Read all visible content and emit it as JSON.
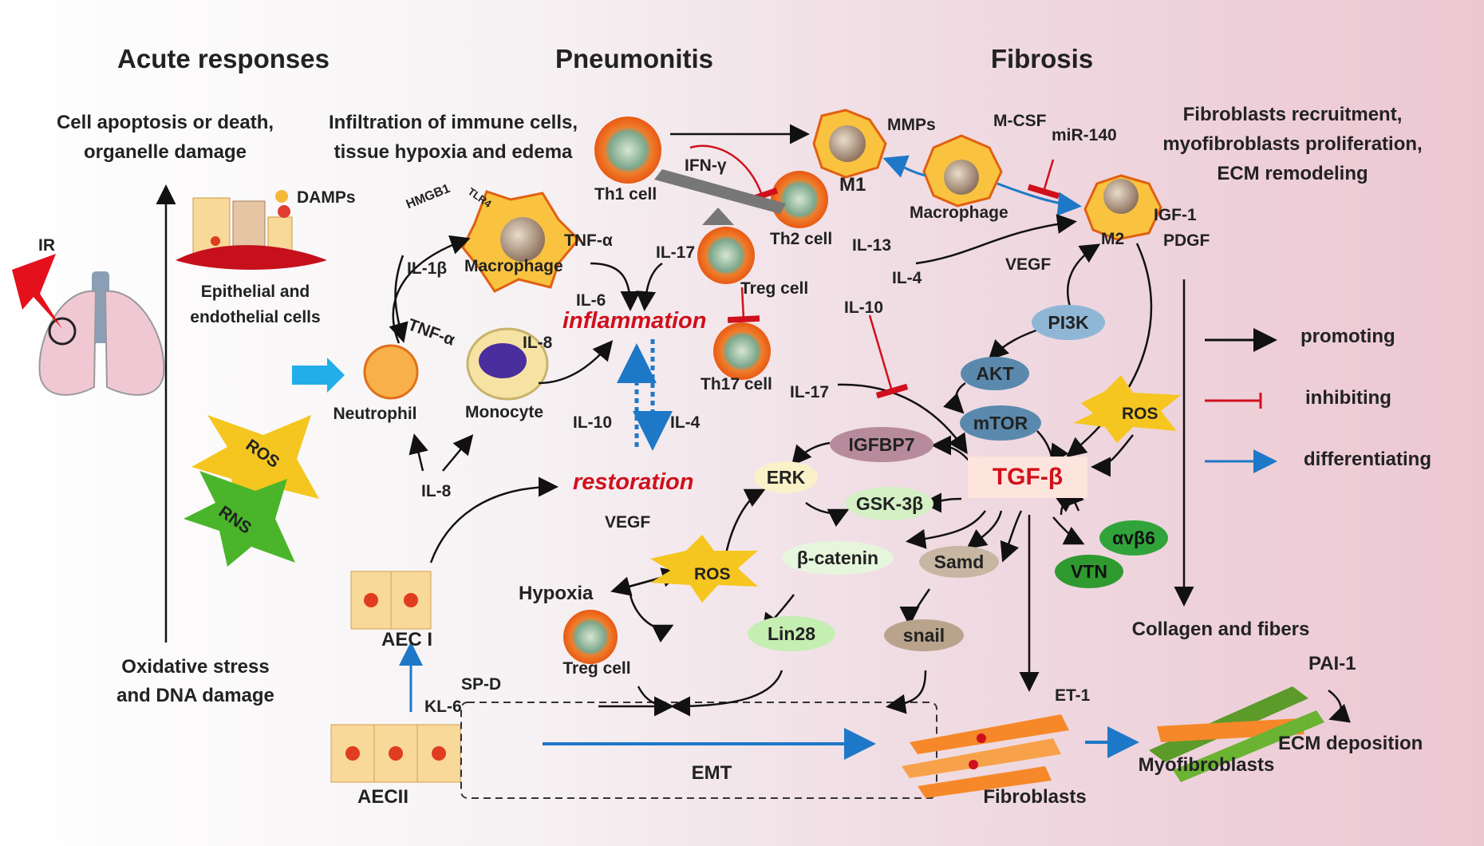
{
  "headers": {
    "acute": "Acute responses",
    "pneumonitis": "Pneumonitis",
    "fibrosis": "Fibrosis"
  },
  "acute": {
    "cell_apoptosis_1": "Cell  apoptosis or death,",
    "cell_apoptosis_2": "organelle damage",
    "damps": "DAMPs",
    "ir": "IR",
    "epithelial_1": "Epithelial  and",
    "epithelial_2": "endothelial cells",
    "ros": "ROS",
    "rns": "RNS",
    "oxidative_1": "Oxidative stress",
    "oxidative_2": "and DNA damage",
    "aec1": "AEC I",
    "aec2": "AECII",
    "sp_d": "SP-D",
    "kl_6": "KL-6"
  },
  "pneumonitis": {
    "infiltration_1": "Infiltration of immune cells,",
    "infiltration_2": "tissue hypoxia and edema",
    "hmgb1": "HMGB1",
    "tlr4": "TLR4",
    "il1b": "IL-1β",
    "macrophage": "Macrophage",
    "tnfa_1": "TNF-α",
    "tnfa_2": "TNF-α",
    "il6": "IL-6",
    "il8_1": "IL-8",
    "il8_2": "IL-8",
    "neutrophil": "Neutrophil",
    "monocyte": "Monocyte",
    "inflammation": "inflammation",
    "restoration": "restoration",
    "il10_a": "IL-10",
    "il4_a": "IL-4",
    "th1": "Th1 cell",
    "ifng": "IFN-γ",
    "th2": "Th2 cell",
    "il17_a": "IL-17",
    "treg": "Treg cell",
    "th17": "Th17 cell",
    "il17_b": "IL-17",
    "vegf_a": "VEGF",
    "hypoxia": "Hypoxia",
    "ros_b": "ROS",
    "treg_b": "Treg cell"
  },
  "fibrosis": {
    "m1": "M1",
    "mmps": "MMPs",
    "mcsf": "M-CSF",
    "mir140": "miR-140",
    "macrophage2": "Macrophage",
    "m2": "M2",
    "il13": "IL-13",
    "il4_b": "IL-4",
    "vegf_b": "VEGF",
    "il10_b": "IL-10",
    "fibro_1": "Fibroblasts recruitment,",
    "fibro_2": "myofibroblasts proliferation,",
    "fibro_3": "ECM remodeling",
    "igf1": "IGF-1",
    "pdgf": "PDGF",
    "pi3k": "PI3K",
    "akt": "AKT",
    "mtor": "mTOR",
    "ros_c": "ROS",
    "igfbp7": "IGFBP7",
    "erk": "ERK",
    "gsk": "GSK-3β",
    "tgfb": "TGF-β",
    "bcat": "β-catenin",
    "samd": "Samd",
    "lin28": "Lin28",
    "snail": "snail",
    "avb6": "αvβ6",
    "vtn": "VTN",
    "et1": "ET-1",
    "emt": "EMT",
    "fibroblasts": "Fibroblasts",
    "myofibroblasts": "Myofibroblasts",
    "collagen": "Collagen  and  fibers",
    "pai1": "PAI-1",
    "ecm_dep": "ECM deposition"
  },
  "legend": {
    "promoting": "promoting",
    "inhibiting": "inhibiting",
    "differentiating": "differentiating"
  },
  "colors": {
    "promoting": "#111111",
    "inhibiting": "#d0101c",
    "differentiating": "#1e78c8",
    "tgf": "#d0101c"
  }
}
